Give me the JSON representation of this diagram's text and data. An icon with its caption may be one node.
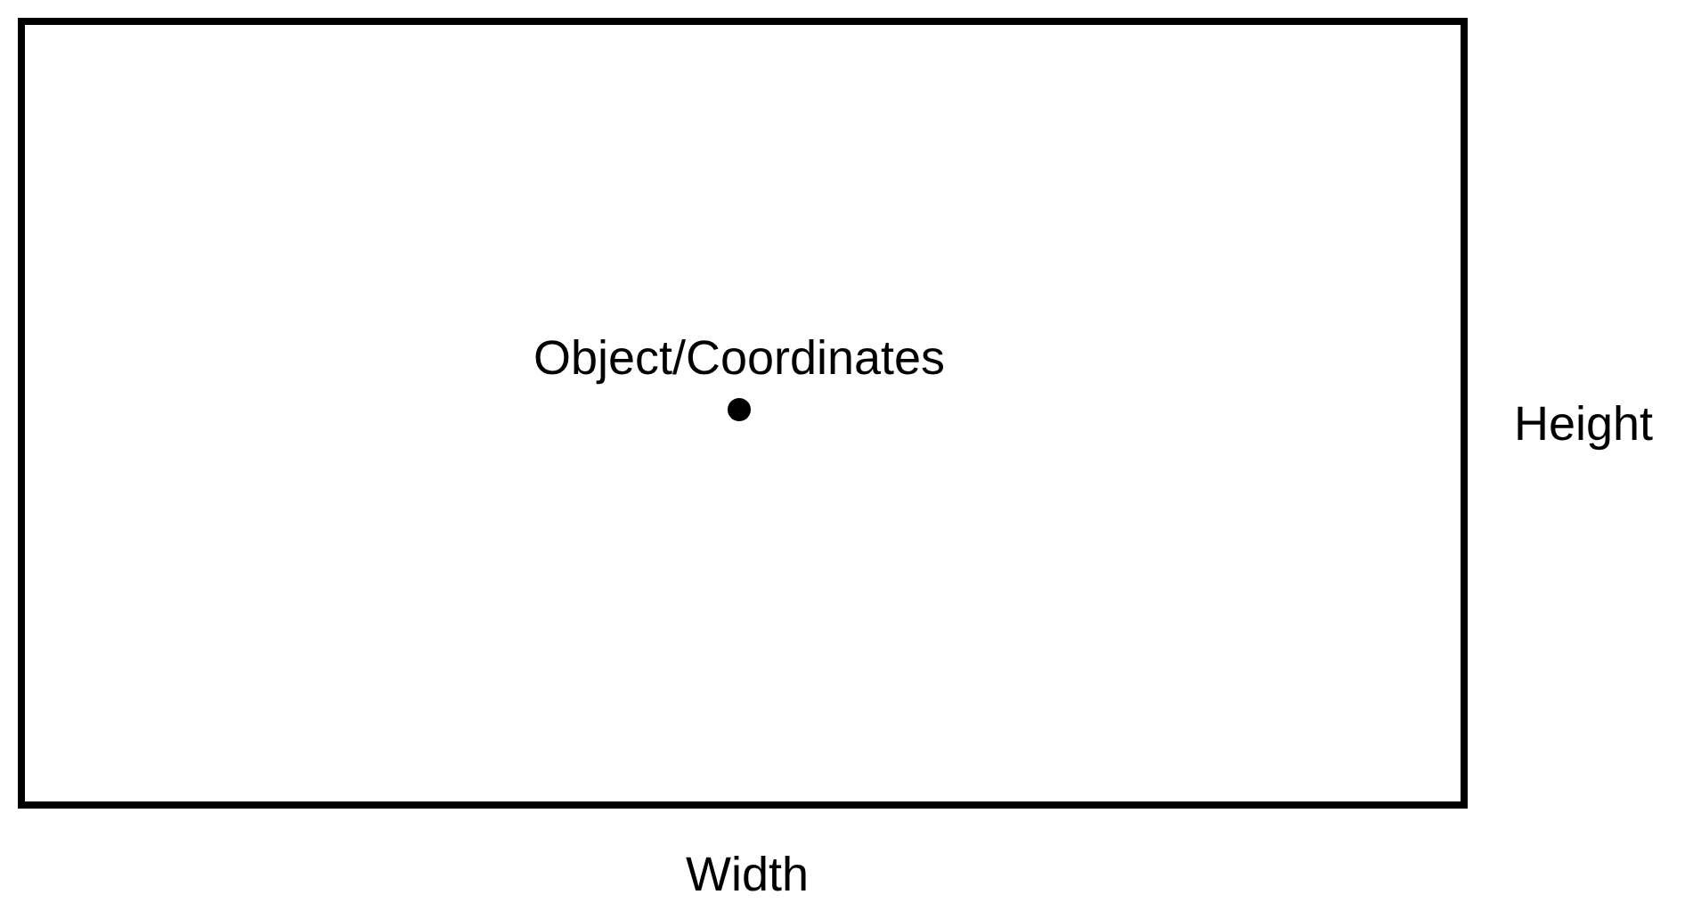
{
  "diagram": {
    "nodes": [
      {
        "text": [
          "Object/Coordinates"
        ]
      }
    ],
    "edges": [],
    "labels": [
      "Height",
      "Width"
    ]
  }
}
